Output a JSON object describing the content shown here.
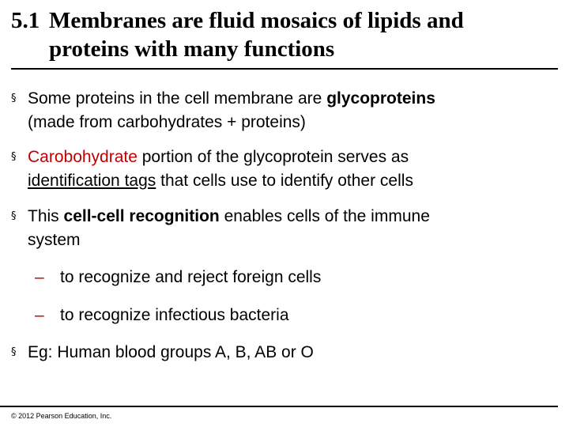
{
  "slide": {
    "title_number": "5.1",
    "title_line1": "Membranes are fluid mosaics of lipids and",
    "title_line2": "proteins with many functions"
  },
  "bullet_marker": "§",
  "bullets": [
    {
      "part1": "Some proteins in the cell membrane are ",
      "bold": "glycoproteins",
      "part2": "(made from carbohydrates + proteins)"
    },
    {
      "red": "Carobohydrate",
      "part1": " portion of the glycoprotein serves as",
      "underlined": "identification tags",
      "part2": " that cells use to identify other cells"
    },
    {
      "part1": "This ",
      "bold": "cell-cell recognition",
      "part2": " enables cells of the immune",
      "part3": "system"
    },
    {
      "part1": "Eg: Human blood groups A, B, AB or O"
    }
  ],
  "sub_marker": "–",
  "sub_bullets": [
    "to recognize and reject foreign cells",
    "to recognize infectious bacteria"
  ],
  "footer": {
    "copyright": "© 2012 Pearson Education, Inc."
  }
}
